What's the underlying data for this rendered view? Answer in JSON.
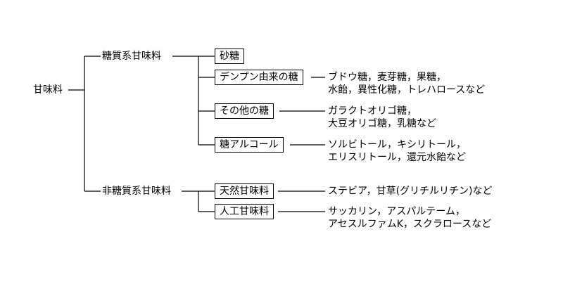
{
  "root": "甘味料",
  "groups": {
    "sugar": {
      "label": "糖質系甘味料",
      "items": {
        "sato": {
          "label": "砂糖",
          "examples": []
        },
        "starch": {
          "label": "デンプン由来の糖",
          "examples": [
            "ブドウ糖，麦芽糖，果糖，",
            "水飴，異性化糖，トレハロースなど"
          ]
        },
        "other": {
          "label": "その他の糖",
          "examples": [
            "ガラクトオリゴ糖，",
            "大豆オリゴ糖，乳糖など"
          ]
        },
        "alcohol": {
          "label": "糖アルコール",
          "examples": [
            "ソルビトール，キシリトール，",
            "エリスリトール，還元水飴など"
          ]
        }
      }
    },
    "nonsugar": {
      "label": "非糖質系甘味料",
      "items": {
        "natural": {
          "label": "天然甘味料",
          "examples": [
            "ステビア，甘草(グリチルリチン)など"
          ]
        },
        "artificial": {
          "label": "人工甘味料",
          "examples": [
            "サッカリン，アスパルテーム，",
            "アセスルファムK，スクラロースなど"
          ]
        }
      }
    }
  }
}
